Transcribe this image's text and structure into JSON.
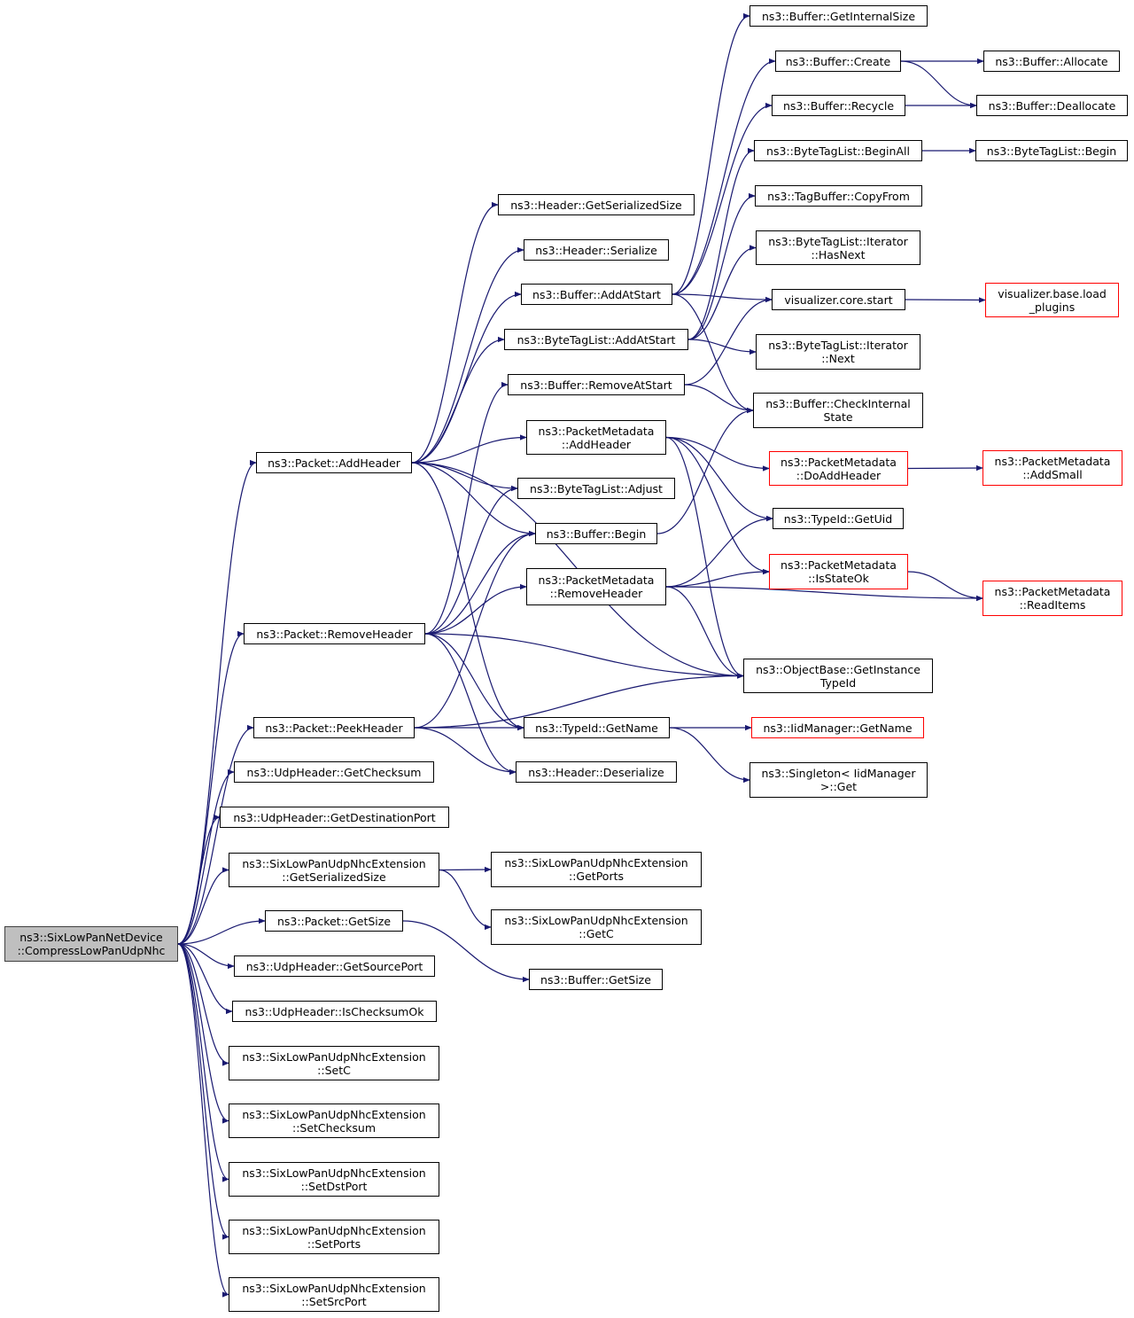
{
  "colors": {
    "edge": "#191970",
    "border": "#000000",
    "incomplete_border": "#ff0000",
    "root_fill": "#bfbfbf"
  },
  "nodes": {
    "root": {
      "lines": [
        "ns3::SixLowPanNetDevice",
        "::CompressLowPanUdpNhc"
      ],
      "style": "root"
    },
    "packet_addheader": {
      "lines": [
        "ns3::Packet::AddHeader"
      ]
    },
    "packet_removeheader": {
      "lines": [
        "ns3::Packet::RemoveHeader"
      ]
    },
    "packet_peekheader": {
      "lines": [
        "ns3::Packet::PeekHeader"
      ]
    },
    "udp_getchecksum": {
      "lines": [
        "ns3::UdpHeader::GetChecksum"
      ]
    },
    "udp_getdestport": {
      "lines": [
        "ns3::UdpHeader::GetDestinationPort"
      ]
    },
    "nhc_getserializedsize": {
      "lines": [
        "ns3::SixLowPanUdpNhcExtension",
        "::GetSerializedSize"
      ]
    },
    "packet_getsize": {
      "lines": [
        "ns3::Packet::GetSize"
      ]
    },
    "udp_getsourceport": {
      "lines": [
        "ns3::UdpHeader::GetSourcePort"
      ]
    },
    "udp_ischecksumok": {
      "lines": [
        "ns3::UdpHeader::IsChecksumOk"
      ]
    },
    "nhc_setc": {
      "lines": [
        "ns3::SixLowPanUdpNhcExtension",
        "::SetC"
      ]
    },
    "nhc_setchecksum": {
      "lines": [
        "ns3::SixLowPanUdpNhcExtension",
        "::SetChecksum"
      ]
    },
    "nhc_setdstport": {
      "lines": [
        "ns3::SixLowPanUdpNhcExtension",
        "::SetDstPort"
      ]
    },
    "nhc_setports": {
      "lines": [
        "ns3::SixLowPanUdpNhcExtension",
        "::SetPorts"
      ]
    },
    "nhc_setsrcport": {
      "lines": [
        "ns3::SixLowPanUdpNhcExtension",
        "::SetSrcPort"
      ]
    },
    "header_getserializedsize": {
      "lines": [
        "ns3::Header::GetSerializedSize"
      ]
    },
    "header_serialize": {
      "lines": [
        "ns3::Header::Serialize"
      ]
    },
    "buffer_addatstart": {
      "lines": [
        "ns3::Buffer::AddAtStart"
      ]
    },
    "bytetaglist_addatstart": {
      "lines": [
        "ns3::ByteTagList::AddAtStart"
      ]
    },
    "buffer_removeatstart": {
      "lines": [
        "ns3::Buffer::RemoveAtStart"
      ]
    },
    "pm_addheader": {
      "lines": [
        "ns3::PacketMetadata",
        "::AddHeader"
      ]
    },
    "bytetaglist_adjust": {
      "lines": [
        "ns3::ByteTagList::Adjust"
      ]
    },
    "buffer_begin": {
      "lines": [
        "ns3::Buffer::Begin"
      ]
    },
    "pm_removeheader": {
      "lines": [
        "ns3::PacketMetadata",
        "::RemoveHeader"
      ]
    },
    "typeid_getname": {
      "lines": [
        "ns3::TypeId::GetName"
      ]
    },
    "header_deserialize": {
      "lines": [
        "ns3::Header::Deserialize"
      ]
    },
    "nhc_getports": {
      "lines": [
        "ns3::SixLowPanUdpNhcExtension",
        "::GetPorts"
      ]
    },
    "nhc_getc": {
      "lines": [
        "ns3::SixLowPanUdpNhcExtension",
        "::GetC"
      ]
    },
    "buffer_getsize": {
      "lines": [
        "ns3::Buffer::GetSize"
      ]
    },
    "buffer_getinternalsize": {
      "lines": [
        "ns3::Buffer::GetInternalSize"
      ]
    },
    "buffer_create": {
      "lines": [
        "ns3::Buffer::Create"
      ]
    },
    "buffer_recycle": {
      "lines": [
        "ns3::Buffer::Recycle"
      ]
    },
    "bytetaglist_beginall": {
      "lines": [
        "ns3::ByteTagList::BeginAll"
      ]
    },
    "tagbuffer_copyfrom": {
      "lines": [
        "ns3::TagBuffer::CopyFrom"
      ]
    },
    "iterator_hasnext": {
      "lines": [
        "ns3::ByteTagList::Iterator",
        "::HasNext"
      ]
    },
    "visualizer_core_start": {
      "lines": [
        "visualizer.core.start"
      ]
    },
    "iterator_next": {
      "lines": [
        "ns3::ByteTagList::Iterator",
        "::Next"
      ]
    },
    "buffer_checkinternalstate": {
      "lines": [
        "ns3::Buffer::CheckInternal",
        "State"
      ]
    },
    "pm_doaddheader": {
      "lines": [
        "ns3::PacketMetadata",
        "::DoAddHeader"
      ],
      "style": "red"
    },
    "typeid_getuid": {
      "lines": [
        "ns3::TypeId::GetUid"
      ]
    },
    "pm_isstateok": {
      "lines": [
        "ns3::PacketMetadata",
        "::IsStateOk"
      ],
      "style": "red"
    },
    "objectbase_getinstancetypeid": {
      "lines": [
        "ns3::ObjectBase::GetInstance",
        "TypeId"
      ]
    },
    "iidmanager_getname": {
      "lines": [
        "ns3::IidManager::GetName"
      ],
      "style": "red"
    },
    "singleton_get": {
      "lines": [
        "ns3::Singleton< IidManager",
        ">::Get"
      ]
    },
    "buffer_allocate": {
      "lines": [
        "ns3::Buffer::Allocate"
      ]
    },
    "buffer_deallocate": {
      "lines": [
        "ns3::Buffer::Deallocate"
      ]
    },
    "bytetaglist_begin": {
      "lines": [
        "ns3::ByteTagList::Begin"
      ]
    },
    "visualizer_base_load_plugins": {
      "lines": [
        "visualizer.base.load",
        "_plugins"
      ],
      "style": "red"
    },
    "pm_addsmall": {
      "lines": [
        "ns3::PacketMetadata",
        "::AddSmall"
      ],
      "style": "red"
    },
    "pm_readitems": {
      "lines": [
        "ns3::PacketMetadata",
        "::ReadItems"
      ],
      "style": "red"
    }
  },
  "edges": [
    [
      "root",
      "packet_addheader"
    ],
    [
      "root",
      "packet_removeheader"
    ],
    [
      "root",
      "packet_peekheader"
    ],
    [
      "root",
      "udp_getchecksum"
    ],
    [
      "root",
      "udp_getdestport"
    ],
    [
      "root",
      "nhc_getserializedsize"
    ],
    [
      "root",
      "packet_getsize"
    ],
    [
      "root",
      "udp_getsourceport"
    ],
    [
      "root",
      "udp_ischecksumok"
    ],
    [
      "root",
      "nhc_setc"
    ],
    [
      "root",
      "nhc_setchecksum"
    ],
    [
      "root",
      "nhc_setdstport"
    ],
    [
      "root",
      "nhc_setports"
    ],
    [
      "root",
      "nhc_setsrcport"
    ],
    [
      "packet_addheader",
      "header_getserializedsize"
    ],
    [
      "packet_addheader",
      "header_serialize"
    ],
    [
      "packet_addheader",
      "buffer_addatstart"
    ],
    [
      "packet_addheader",
      "bytetaglist_addatstart"
    ],
    [
      "packet_addheader",
      "pm_addheader"
    ],
    [
      "packet_addheader",
      "bytetaglist_adjust"
    ],
    [
      "packet_addheader",
      "buffer_begin"
    ],
    [
      "packet_addheader",
      "typeid_getname"
    ],
    [
      "packet_addheader",
      "objectbase_getinstancetypeid"
    ],
    [
      "packet_removeheader",
      "buffer_removeatstart"
    ],
    [
      "packet_removeheader",
      "bytetaglist_adjust"
    ],
    [
      "packet_removeheader",
      "buffer_begin"
    ],
    [
      "packet_removeheader",
      "pm_removeheader"
    ],
    [
      "packet_removeheader",
      "typeid_getname"
    ],
    [
      "packet_removeheader",
      "header_deserialize"
    ],
    [
      "packet_removeheader",
      "objectbase_getinstancetypeid"
    ],
    [
      "packet_peekheader",
      "buffer_begin"
    ],
    [
      "packet_peekheader",
      "typeid_getname"
    ],
    [
      "packet_peekheader",
      "header_deserialize"
    ],
    [
      "packet_peekheader",
      "objectbase_getinstancetypeid"
    ],
    [
      "nhc_getserializedsize",
      "nhc_getports"
    ],
    [
      "nhc_getserializedsize",
      "nhc_getc"
    ],
    [
      "packet_getsize",
      "buffer_getsize"
    ],
    [
      "buffer_addatstart",
      "buffer_getinternalsize"
    ],
    [
      "buffer_addatstart",
      "buffer_create"
    ],
    [
      "buffer_addatstart",
      "buffer_recycle"
    ],
    [
      "buffer_addatstart",
      "visualizer_core_start"
    ],
    [
      "buffer_addatstart",
      "buffer_checkinternalstate"
    ],
    [
      "bytetaglist_addatstart",
      "bytetaglist_beginall"
    ],
    [
      "bytetaglist_addatstart",
      "tagbuffer_copyfrom"
    ],
    [
      "bytetaglist_addatstart",
      "iterator_hasnext"
    ],
    [
      "bytetaglist_addatstart",
      "iterator_next"
    ],
    [
      "buffer_removeatstart",
      "visualizer_core_start"
    ],
    [
      "buffer_removeatstart",
      "buffer_checkinternalstate"
    ],
    [
      "pm_addheader",
      "pm_doaddheader"
    ],
    [
      "pm_addheader",
      "typeid_getuid"
    ],
    [
      "pm_addheader",
      "pm_isstateok"
    ],
    [
      "pm_addheader",
      "objectbase_getinstancetypeid"
    ],
    [
      "buffer_begin",
      "buffer_checkinternalstate"
    ],
    [
      "pm_removeheader",
      "typeid_getuid"
    ],
    [
      "pm_removeheader",
      "pm_isstateok"
    ],
    [
      "pm_removeheader",
      "pm_readitems"
    ],
    [
      "pm_removeheader",
      "objectbase_getinstancetypeid"
    ],
    [
      "typeid_getname",
      "iidmanager_getname"
    ],
    [
      "typeid_getname",
      "singleton_get"
    ],
    [
      "buffer_create",
      "buffer_allocate"
    ],
    [
      "buffer_create",
      "buffer_deallocate"
    ],
    [
      "buffer_recycle",
      "buffer_deallocate"
    ],
    [
      "bytetaglist_beginall",
      "bytetaglist_begin"
    ],
    [
      "visualizer_core_start",
      "visualizer_base_load_plugins"
    ],
    [
      "pm_doaddheader",
      "pm_addsmall"
    ],
    [
      "pm_isstateok",
      "pm_readitems"
    ]
  ]
}
